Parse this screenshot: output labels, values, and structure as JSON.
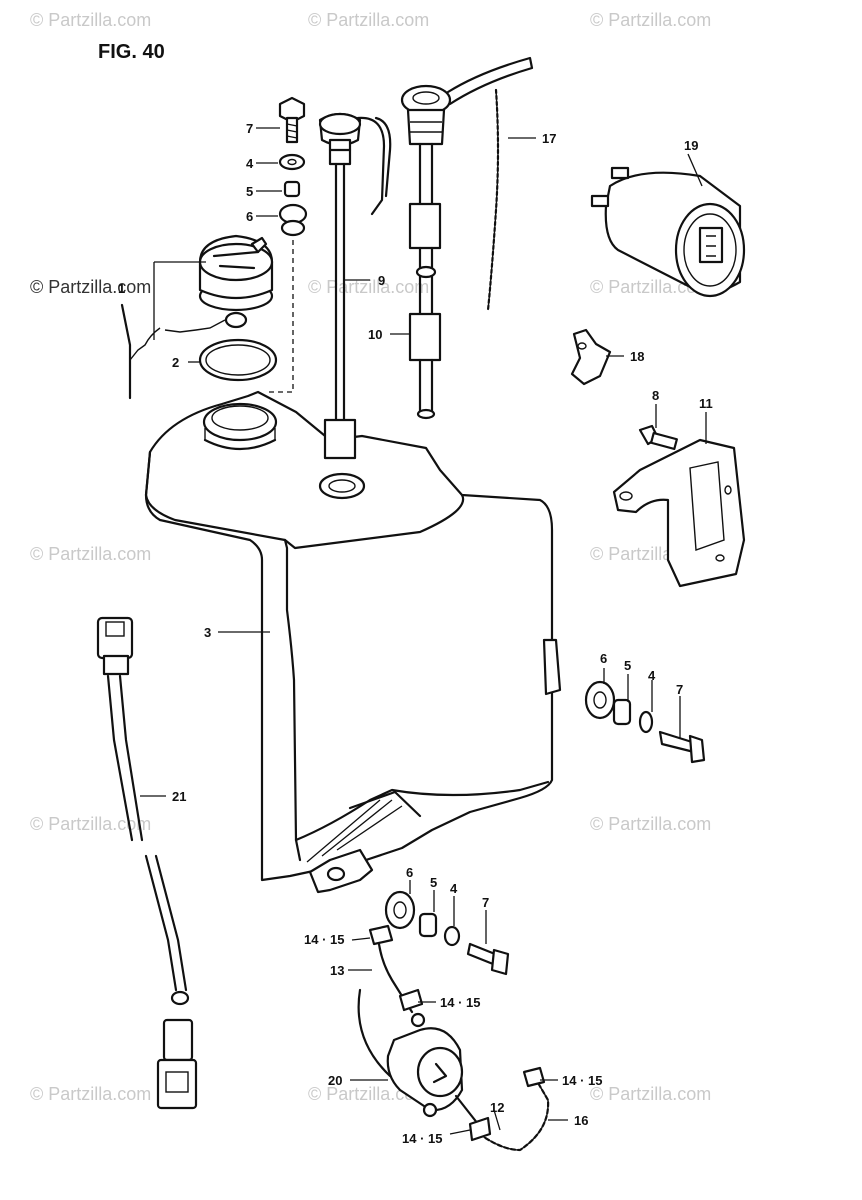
{
  "figure": {
    "title": "FIG. 40"
  },
  "watermark": {
    "text": "© Partzilla.com"
  },
  "callouts": {
    "c1": "1",
    "c2": "2",
    "c3": "3",
    "c4a": "4",
    "c4b": "4",
    "c4c": "4",
    "c5a": "5",
    "c5b": "5",
    "c5c": "5",
    "c6a": "6",
    "c6b": "6",
    "c6c": "6",
    "c7a": "7",
    "c7b": "7",
    "c7c": "7",
    "c8": "8",
    "c9": "9",
    "c10": "10",
    "c11": "11",
    "c12": "12",
    "c13": "13",
    "c1415a": "14 · 15",
    "c1415b": "14 · 15",
    "c1415c": "14 · 15",
    "c1415d": "14 · 15",
    "c16": "16",
    "c17": "17",
    "c18": "18",
    "c19": "19",
    "c20": "20",
    "c21": "21"
  }
}
